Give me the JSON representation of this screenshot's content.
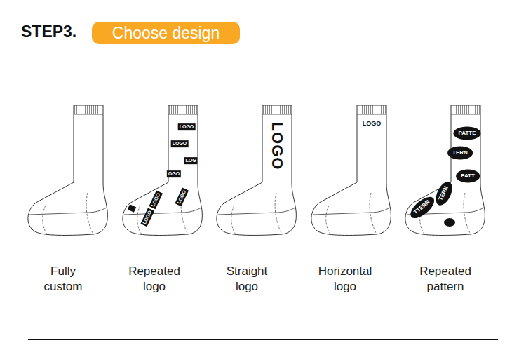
{
  "diagram": {
    "title": "STEP3.",
    "nodes": [
      {
        "text": [
          "Choose design"
        ]
      }
    ],
    "labels": [
      "Fully custom",
      "Repeated logo",
      "Straight logo",
      "Horizontal logo",
      "Repeated pattern",
      "LOGO",
      "LOGO",
      "LOG",
      "OGO",
      "LOGO",
      "LOGO",
      "LOGO",
      "LOGO",
      "LOGO",
      "PATTE",
      "TERN",
      "PATT",
      "TERN",
      "TTERN"
    ]
  }
}
